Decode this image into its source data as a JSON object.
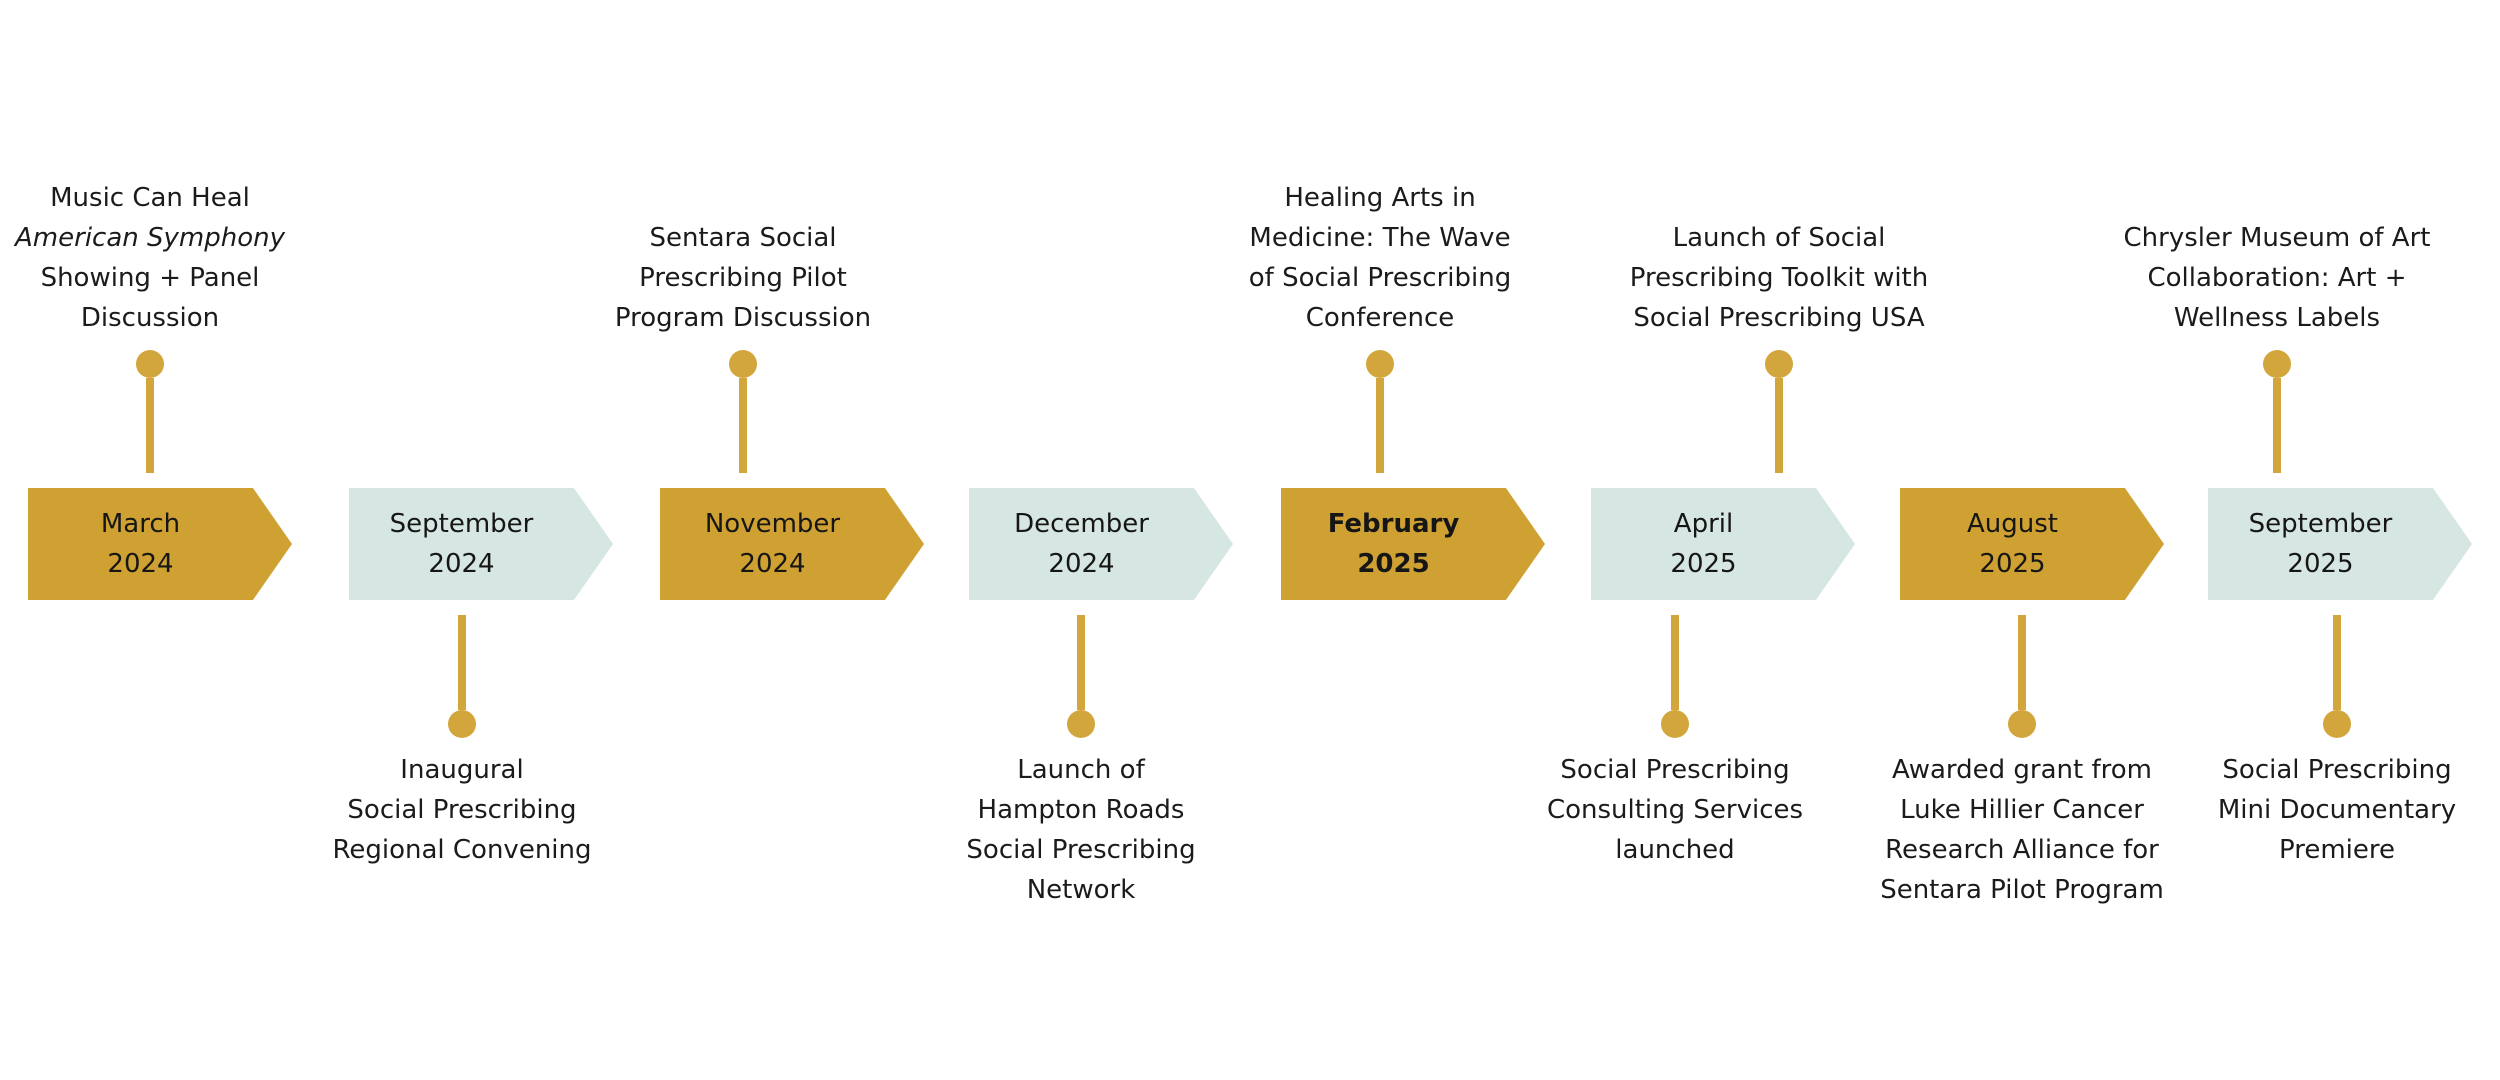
{
  "colors": {
    "arrow_gold": "#CFA133",
    "arrow_teal": "#D6E6E2",
    "connector_gold": "#D2A63C",
    "text": "#1B1B1B",
    "background": "#FFFFFF"
  },
  "timeline": {
    "milestones": [
      {
        "month": "March",
        "year": "2024",
        "color_variant": "gold",
        "event_above": {
          "lines": [
            "Music Can Heal",
            "American Symphony",
            "Showing + Panel",
            "Discussion"
          ],
          "italic_line_index": 1
        }
      },
      {
        "month": "September",
        "year": "2024",
        "color_variant": "teal",
        "event_below": {
          "lines": [
            "Inaugural",
            "Social Prescribing",
            "Regional Convening"
          ]
        }
      },
      {
        "month": "November",
        "year": "2024",
        "color_variant": "gold",
        "event_above": {
          "lines": [
            "Sentara Social",
            "Prescribing Pilot",
            "Program Discussion"
          ]
        }
      },
      {
        "month": "December",
        "year": "2024",
        "color_variant": "teal",
        "event_below": {
          "lines": [
            "Launch of",
            "Hampton Roads",
            "Social Prescribing",
            "Network"
          ]
        }
      },
      {
        "month": "February",
        "year": "2025",
        "color_variant": "gold",
        "emphasis": "bold",
        "event_above": {
          "lines": [
            "Healing Arts in",
            "Medicine: The Wave",
            "of Social Prescribing",
            "Conference"
          ]
        }
      },
      {
        "month": "April",
        "year": "2025",
        "color_variant": "teal",
        "event_above": {
          "lines": [
            "Launch of Social",
            "Prescribing Toolkit with",
            "Social Prescribing USA"
          ]
        },
        "event_below": {
          "lines": [
            "Social Prescribing",
            "Consulting Services",
            "launched"
          ]
        }
      },
      {
        "month": "August",
        "year": "2025",
        "color_variant": "gold",
        "event_below": {
          "lines": [
            "Awarded grant from",
            "Luke Hillier Cancer",
            "Research Alliance for",
            "Sentara Pilot Program"
          ]
        }
      },
      {
        "month": "September",
        "year": "2025",
        "color_variant": "teal",
        "event_above": {
          "lines": [
            "Chrysler Museum of Art",
            "Collaboration: Art +",
            "Wellness Labels"
          ]
        },
        "event_below": {
          "lines": [
            "Social Prescribing",
            "Mini Documentary",
            "Premiere"
          ]
        }
      }
    ]
  }
}
